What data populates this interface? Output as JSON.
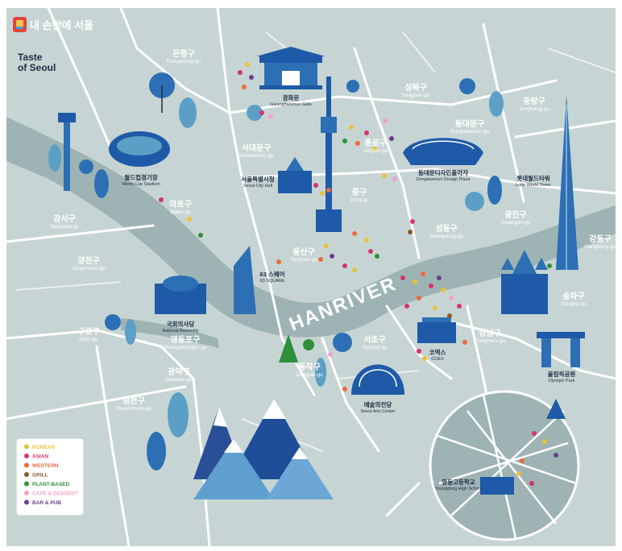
{
  "header": {
    "app_title": "내 손안에 서울",
    "logo_line1": "Taste",
    "logo_line2": "of Seoul"
  },
  "river": {
    "label": "HANRIVER"
  },
  "districts": [
    {
      "kr": "은평구",
      "en": "Eunpyeong-gu"
    },
    {
      "kr": "성북구",
      "en": "Sungbuk-gu"
    },
    {
      "kr": "중랑구",
      "en": "Jungnang-gu"
    },
    {
      "kr": "동대문구",
      "en": "Dongdaemun-gu"
    },
    {
      "kr": "서대문구",
      "en": "Seodaemun-gu"
    },
    {
      "kr": "종로구",
      "en": "Jongno-gu"
    },
    {
      "kr": "중구",
      "en": "Jung-gu"
    },
    {
      "kr": "마포구",
      "en": "Mapo-gu"
    },
    {
      "kr": "성동구",
      "en": "Seongdong-gu"
    },
    {
      "kr": "광진구",
      "en": "Gwangjin-gu"
    },
    {
      "kr": "강서구",
      "en": "Gangseo-gu"
    },
    {
      "kr": "용산구",
      "en": "Yongsan-gu"
    },
    {
      "kr": "강동구",
      "en": "Gangdong-gu"
    },
    {
      "kr": "양천구",
      "en": "Yangcheon-gu"
    },
    {
      "kr": "송파구",
      "en": "Songpa-gu"
    },
    {
      "kr": "구로구",
      "en": "Guro-gu"
    },
    {
      "kr": "영등포구",
      "en": "Yeongdeungpo-gu"
    },
    {
      "kr": "서초구",
      "en": "Seocho-gu"
    },
    {
      "kr": "강남구",
      "en": "Gangnam-gu"
    },
    {
      "kr": "동작구",
      "en": "Dongjak-gu"
    },
    {
      "kr": "관악구",
      "en": "Gwanak-gu"
    },
    {
      "kr": "금천구",
      "en": "Geumcheon-gu"
    }
  ],
  "landmarks": [
    {
      "kr": "광화문",
      "en": "Gwanghwamun Gate"
    },
    {
      "kr": "월드컵경기장",
      "en": "World Cup Stadium"
    },
    {
      "kr": "서울특별시청",
      "en": "Seoul City Hall"
    },
    {
      "kr": "동대문디자인플라자",
      "en": "Dongdaemun Design Plaza"
    },
    {
      "kr": "롯데월드타워",
      "en": "Lotte World Tower"
    },
    {
      "kr": "63 스퀘어",
      "en": "63 SQUARE"
    },
    {
      "kr": "국회의사당",
      "en": "National Assembly"
    },
    {
      "kr": "코엑스",
      "en": "COEX"
    },
    {
      "kr": "올림픽공원",
      "en": "Olympic Park"
    },
    {
      "kr": "예술의전당",
      "en": "Seoul Arts Center"
    },
    {
      "kr": "영동고등학교",
      "en": "Youngdong High School"
    }
  ],
  "legend": [
    {
      "label": "KOREAN",
      "color": "#e7c23a"
    },
    {
      "label": "ASIAN",
      "color": "#d6336c"
    },
    {
      "label": "WESTERN",
      "color": "#ee6a3a"
    },
    {
      "label": "GRILL",
      "color": "#8a5a2b"
    },
    {
      "label": "PLANT-BASED",
      "color": "#2f8f3a"
    },
    {
      "label": "CAFÉ & DESSERT",
      "color": "#f2a3c7"
    },
    {
      "label": "BAR & PUB",
      "color": "#6b3d8f"
    }
  ],
  "colors": {
    "background": "#c6d5d3",
    "river": "#9eb4b4",
    "road": "#ffffff",
    "landmark": "#1e5aa8",
    "tree": "#2c6fb5"
  }
}
